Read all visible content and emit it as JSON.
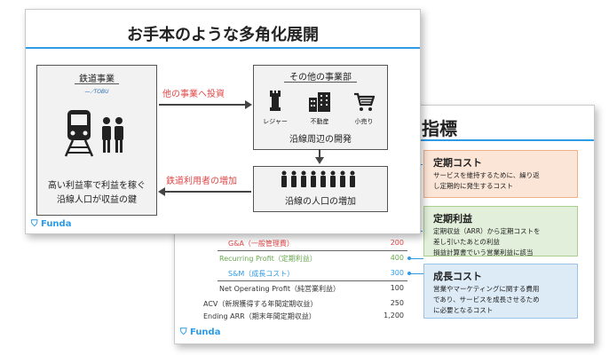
{
  "back_slide": {
    "title_fragment": "の指標",
    "rows": [
      {
        "label": "G&A（一般管理費）",
        "value": "200",
        "color": "#e04848"
      },
      {
        "label": "Recurring Profit（定期利益）",
        "value": "400",
        "color": "#6aa84f"
      },
      {
        "label": "S&M（成長コスト）",
        "value": "300",
        "color": "#2d9be6"
      },
      {
        "label": "Net Operating Profit（純営業利益）",
        "value": "100",
        "color": "#333333"
      },
      {
        "label": "ACV（新規獲得する年間定期収益）",
        "value": "250",
        "color": "#333333"
      },
      {
        "label": "Ending ARR（期末年間定期収益）",
        "value": "1,200",
        "color": "#333333"
      }
    ],
    "boxes": [
      {
        "title": "定期コスト",
        "lines": [
          "サービスを維持するために、繰り返",
          "し定期的に発生するコスト"
        ]
      },
      {
        "title": "定期利益",
        "lines": [
          "定期収益（ARR）から定期コストを",
          "差し引いたあとの利益",
          "損益計算書でいう営業利益に該当"
        ]
      },
      {
        "title": "成長コスト",
        "lines": [
          "営業やマーケティングに関する費用",
          "であり、サービスを成長させるため",
          "に必要となるコスト"
        ]
      }
    ],
    "brand": "Funda"
  },
  "front_slide": {
    "title": "お手本のような多角化展開",
    "rail_panel": {
      "title": "鉄道事業",
      "logo_text": "TOBU",
      "caption_line1": "高い利益率で利益を稼ぐ",
      "caption_line2": "沿線人口が収益の鍵"
    },
    "other_panel": {
      "title": "その他の事業部",
      "items": [
        "レジャー",
        "不動産",
        "小売り"
      ],
      "caption": "沿線周辺の開発"
    },
    "population_panel": {
      "caption": "沿線の人口の増加"
    },
    "arrow_invest": "他の事業へ投資",
    "arrow_users": "鉄道利用者の増加",
    "brand": "Funda"
  }
}
